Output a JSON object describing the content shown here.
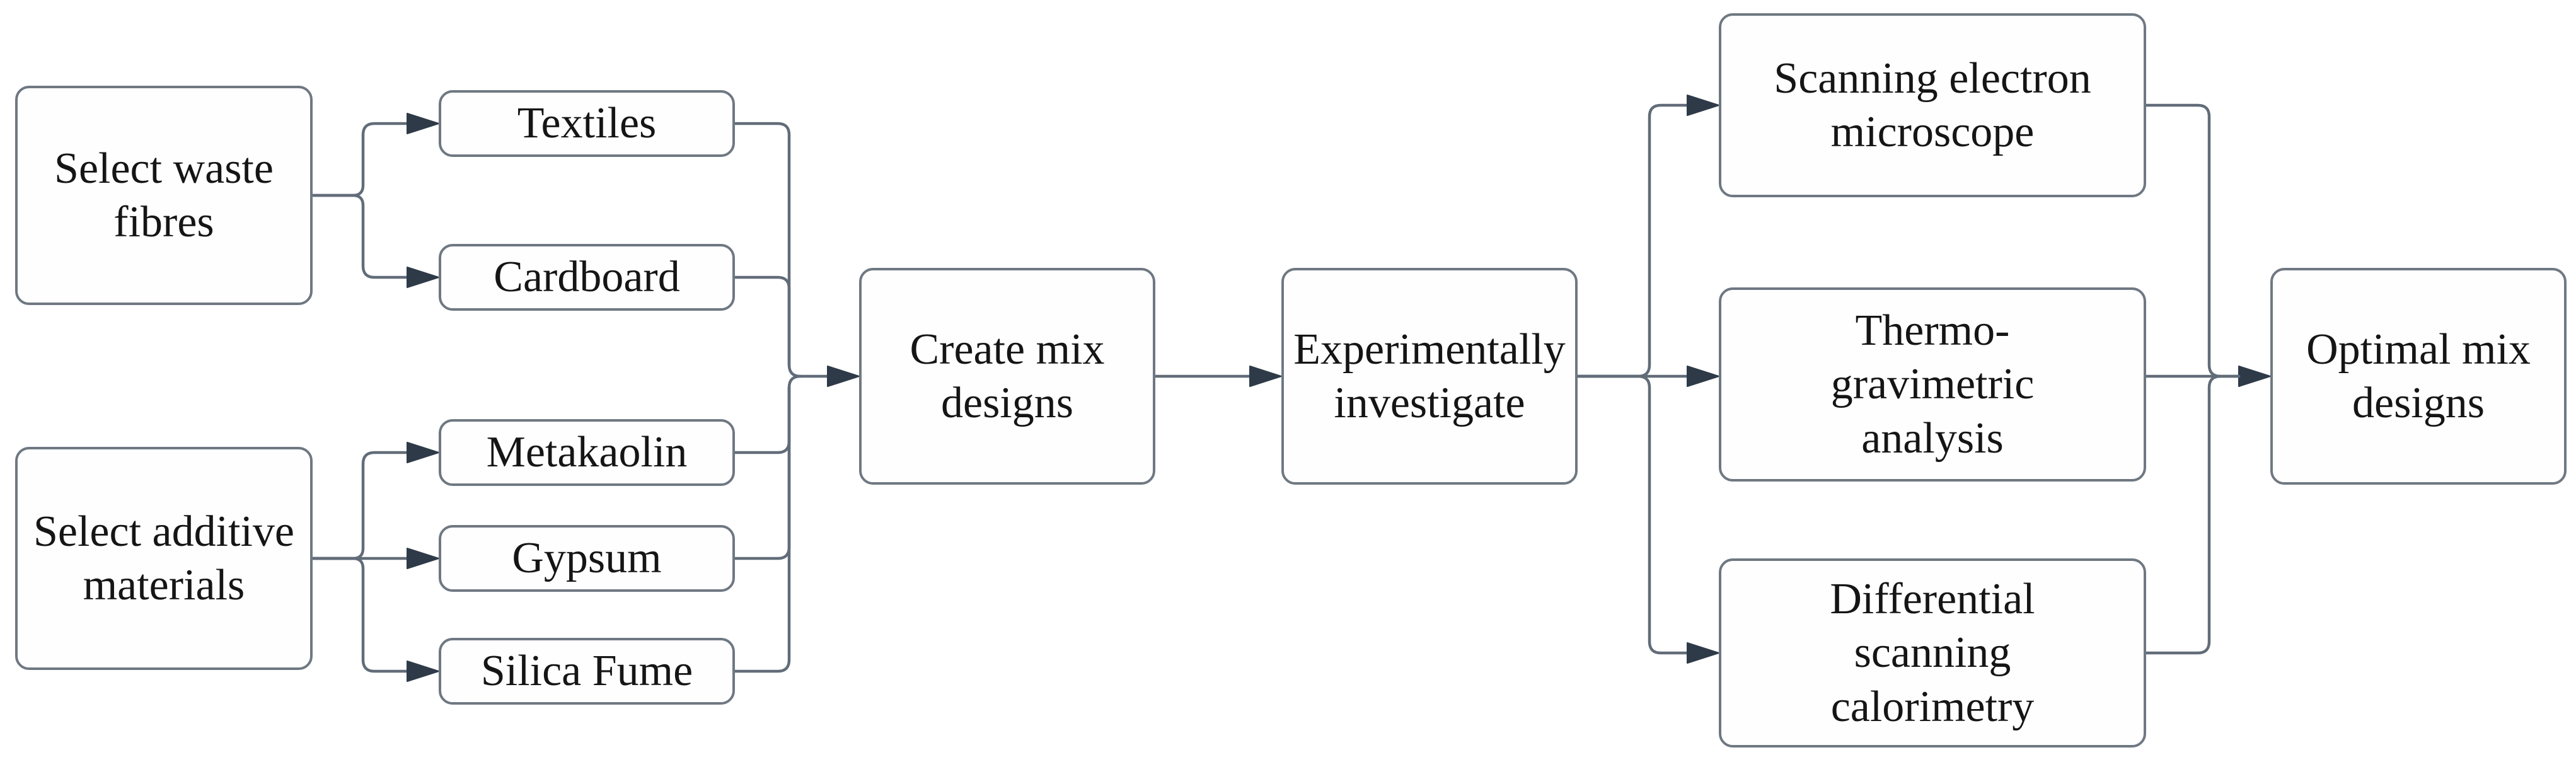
{
  "diagram": {
    "type": "flowchart",
    "background_color": "#ffffff",
    "colors": {
      "node_fill": "#fefefe",
      "node_border": "#6f7882",
      "connector_line": "#626c79",
      "arrowhead_fill": "#2e3a48",
      "text": "#151515"
    },
    "nodes": [
      {
        "id": "select-waste-fibres",
        "label": "Select waste fibres"
      },
      {
        "id": "textiles",
        "label": "Textiles"
      },
      {
        "id": "cardboard",
        "label": "Cardboard"
      },
      {
        "id": "select-additive-materials",
        "label": "Select additive materials"
      },
      {
        "id": "metakaolin",
        "label": "Metakaolin"
      },
      {
        "id": "gypsum",
        "label": "Gypsum"
      },
      {
        "id": "silica-fume",
        "label": "Silica Fume"
      },
      {
        "id": "create-mix-designs",
        "label": "Create mix designs"
      },
      {
        "id": "experimentally-investigate",
        "label": "Experimentally investigate"
      },
      {
        "id": "scanning-electron-microscope",
        "label": "Scanning electron microscope"
      },
      {
        "id": "thermo-gravimetric-analysis",
        "label": "Thermo-gravimetric analysis"
      },
      {
        "id": "differential-scanning-calorimetry",
        "label": "Differential scanning calorimetry"
      },
      {
        "id": "optimal-mix-designs",
        "label": "Optimal mix designs"
      }
    ],
    "edges": [
      {
        "from": "select-waste-fibres",
        "to": "textiles"
      },
      {
        "from": "select-waste-fibres",
        "to": "cardboard"
      },
      {
        "from": "select-additive-materials",
        "to": "metakaolin"
      },
      {
        "from": "select-additive-materials",
        "to": "gypsum"
      },
      {
        "from": "select-additive-materials",
        "to": "silica-fume"
      },
      {
        "from": "textiles",
        "to": "create-mix-designs"
      },
      {
        "from": "cardboard",
        "to": "create-mix-designs"
      },
      {
        "from": "metakaolin",
        "to": "create-mix-designs"
      },
      {
        "from": "gypsum",
        "to": "create-mix-designs"
      },
      {
        "from": "silica-fume",
        "to": "create-mix-designs"
      },
      {
        "from": "create-mix-designs",
        "to": "experimentally-investigate"
      },
      {
        "from": "experimentally-investigate",
        "to": "scanning-electron-microscope"
      },
      {
        "from": "experimentally-investigate",
        "to": "thermo-gravimetric-analysis"
      },
      {
        "from": "experimentally-investigate",
        "to": "differential-scanning-calorimetry"
      },
      {
        "from": "scanning-electron-microscope",
        "to": "optimal-mix-designs"
      },
      {
        "from": "thermo-gravimetric-analysis",
        "to": "optimal-mix-designs"
      },
      {
        "from": "differential-scanning-calorimetry",
        "to": "optimal-mix-designs"
      }
    ]
  }
}
